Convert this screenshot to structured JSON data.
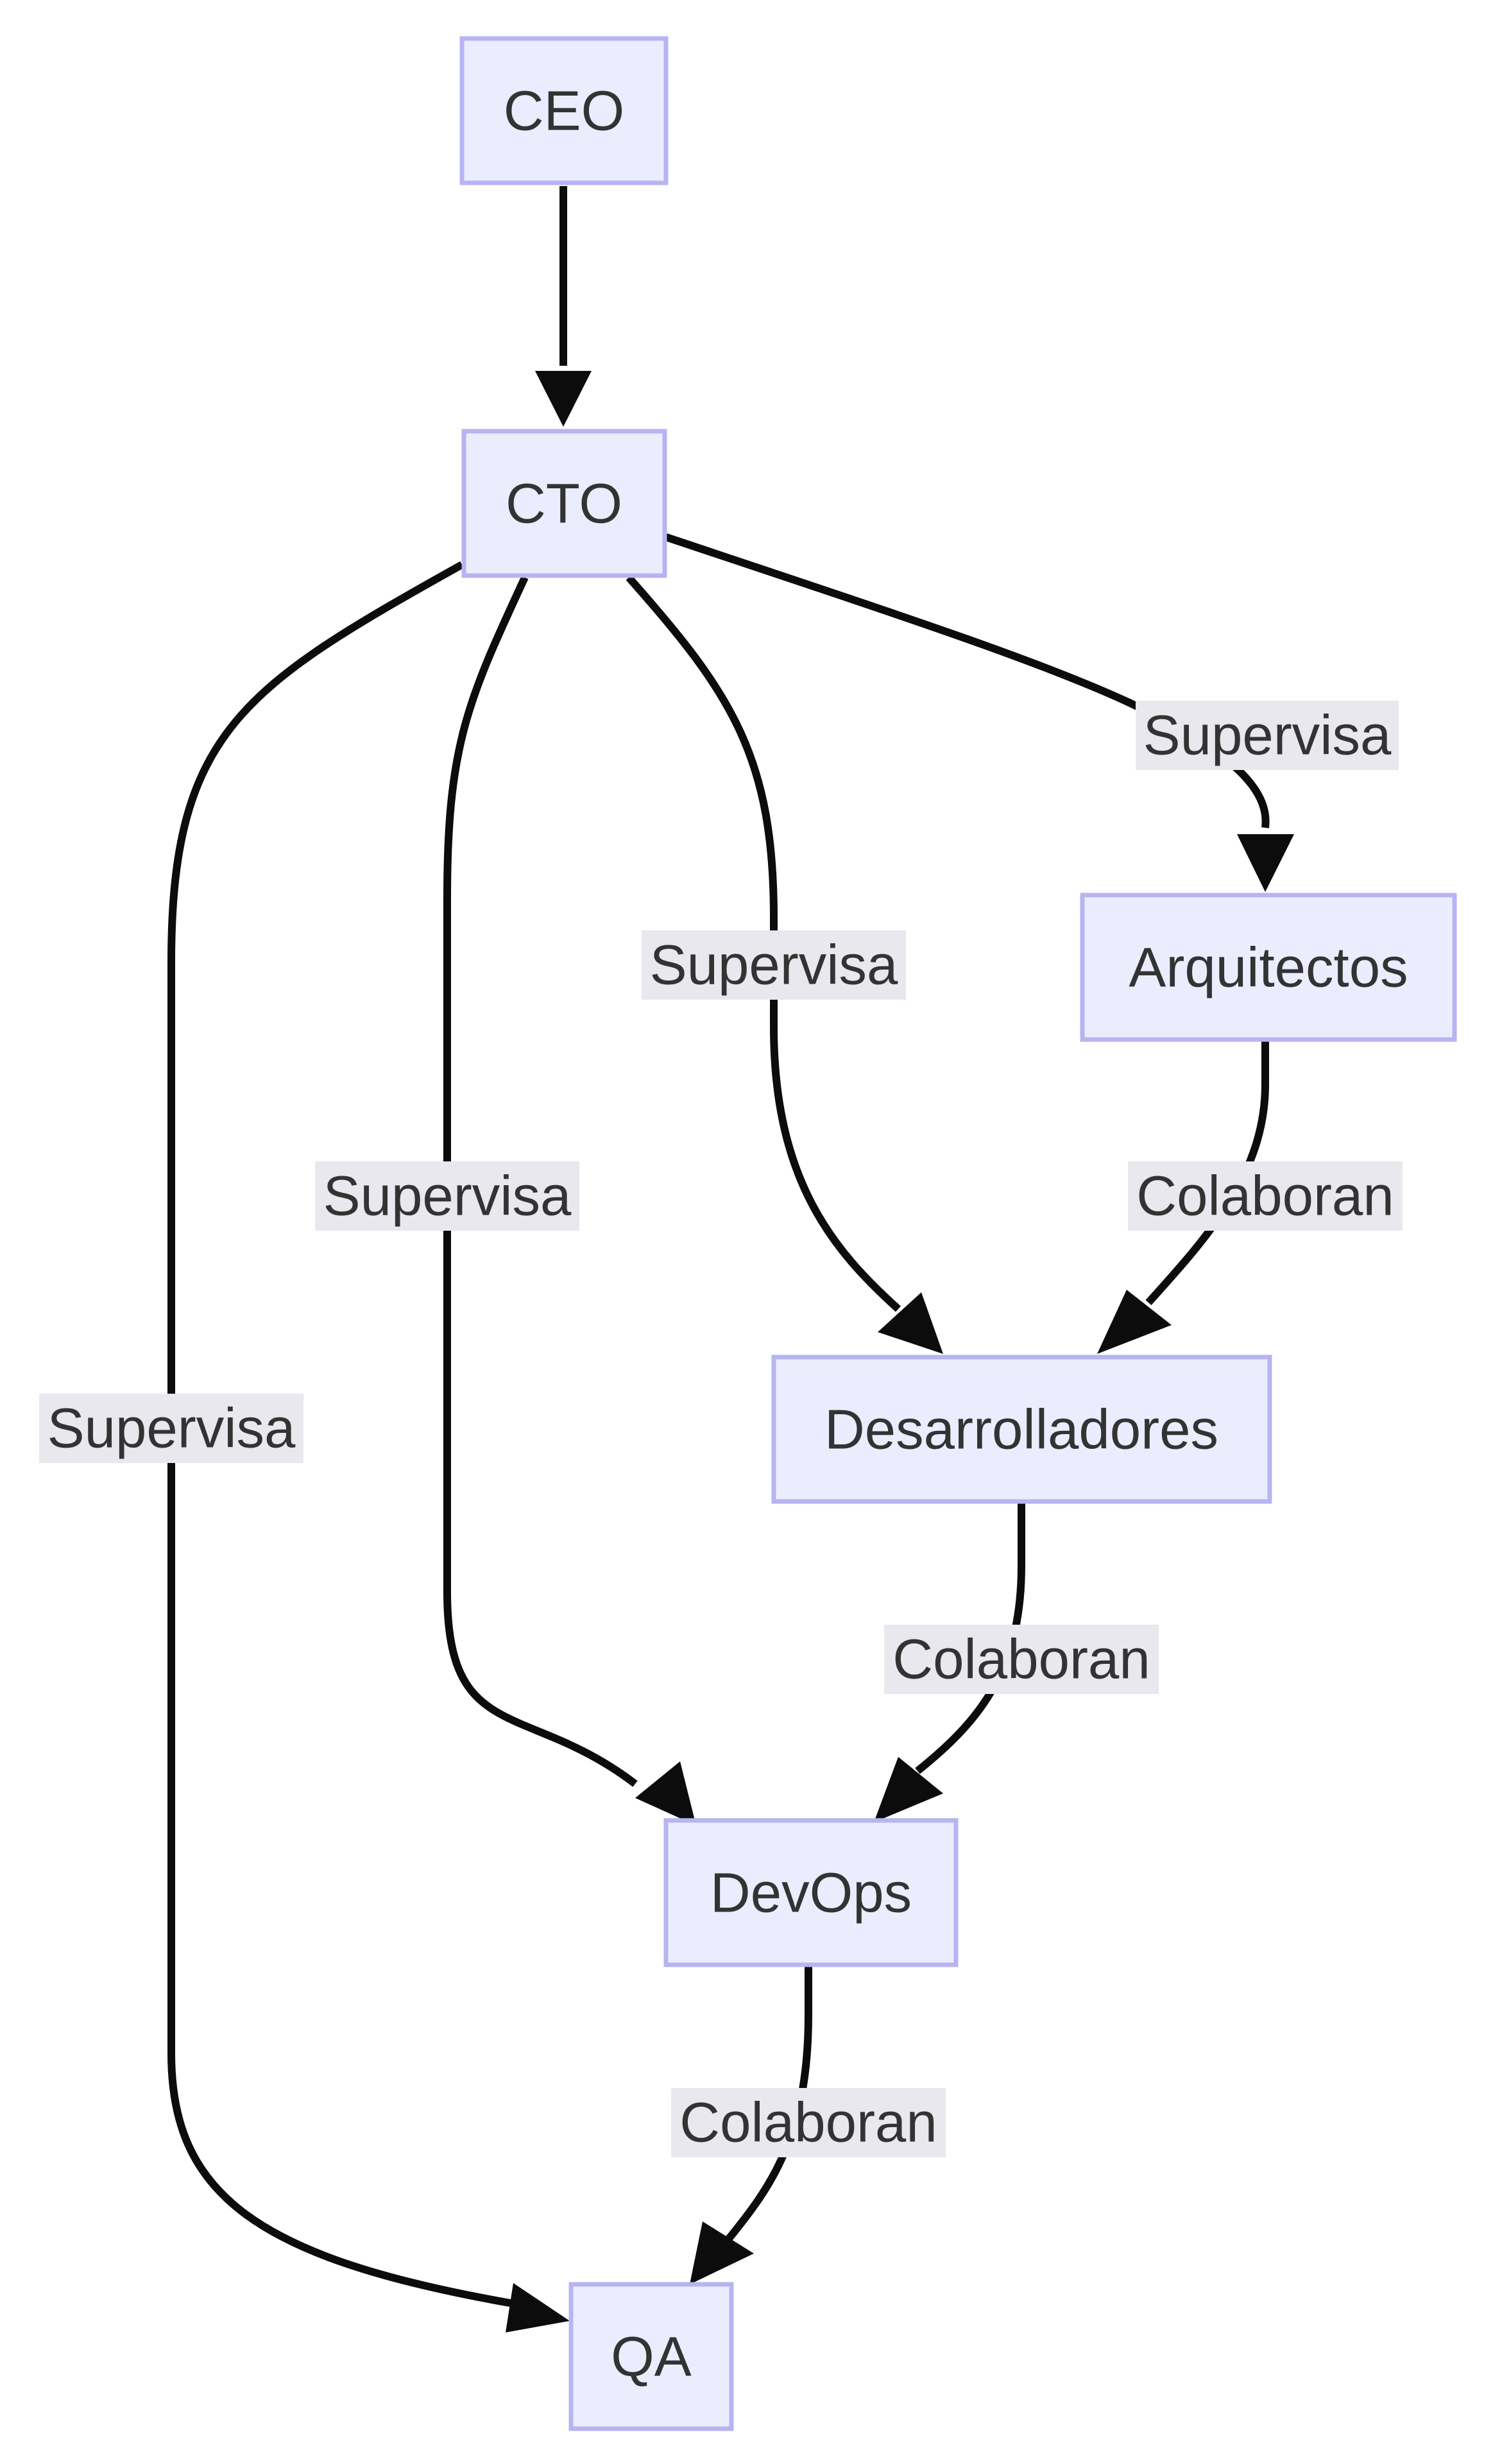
{
  "diagram": {
    "nodes": {
      "ceo": "CEO",
      "cto": "CTO",
      "arquitectos": "Arquitectos",
      "desarrolladores": "Desarrolladores",
      "devops": "DevOps",
      "qa": "QA"
    },
    "edges": {
      "cto_arquitectos": "Supervisa",
      "cto_desarrolladores": "Supervisa",
      "cto_devops": "Supervisa",
      "cto_qa": "Supervisa",
      "arquitectos_desarrolladores": "Colaboran",
      "desarrolladores_devops": "Colaboran",
      "devops_qa": "Colaboran"
    }
  },
  "colors": {
    "node_fill": "#ECECFF",
    "node_border": "#B7B4F2",
    "edge": "#0c0c0c",
    "label_bg": "#E8E8EE",
    "text": "#333333"
  }
}
